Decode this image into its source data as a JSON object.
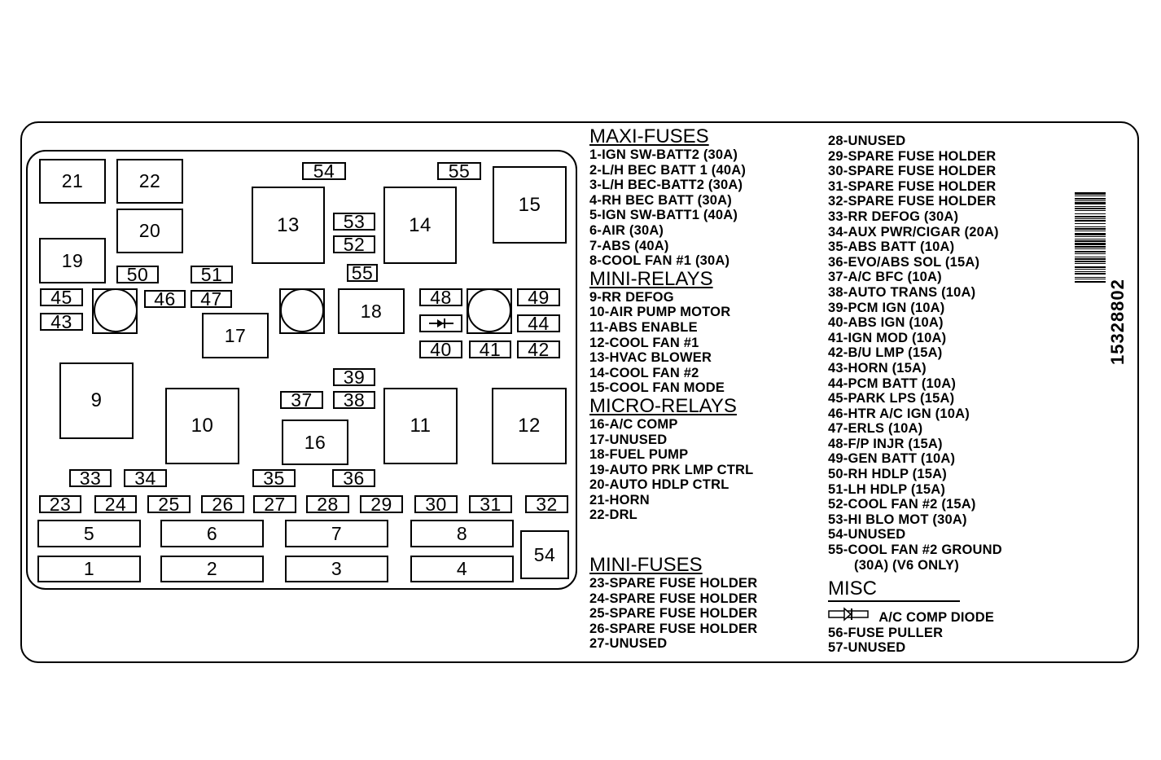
{
  "fuse_panel": {
    "maxi_fuses": [
      "1",
      "2",
      "3",
      "4",
      "5",
      "6",
      "7",
      "8"
    ],
    "mini_relays": [
      "9",
      "10",
      "11",
      "12",
      "13",
      "14",
      "15"
    ],
    "micro_relays": [
      "16",
      "17",
      "18",
      "19",
      "20",
      "21",
      "22"
    ],
    "mini_fuses_bottom": [
      "23",
      "24",
      "25",
      "26",
      "27",
      "28",
      "29",
      "30",
      "31",
      "32"
    ],
    "misc_labels": [
      "33",
      "34",
      "35",
      "36",
      "37",
      "38",
      "39",
      "40",
      "41",
      "42",
      "43",
      "44",
      "45",
      "46",
      "47",
      "48",
      "49",
      "50",
      "51",
      "52",
      "53",
      "54",
      "55",
      "55",
      "54"
    ]
  },
  "legend": {
    "maxi_fuses": {
      "heading": "MAXI-FUSES",
      "items": [
        "1-IGN SW-BATT2 (30A)",
        "2-L/H BEC BATT 1 (40A)",
        "3-L/H BEC-BATT2 (30A)",
        "4-RH BEC BATT (30A)",
        "5-IGN SW-BATT1 (40A)",
        "6-AIR (30A)",
        "7-ABS (40A)",
        "8-COOL FAN #1 (30A)"
      ]
    },
    "mini_relays": {
      "heading": "MINI-RELAYS",
      "items": [
        "9-RR DEFOG",
        "10-AIR PUMP MOTOR",
        "11-ABS ENABLE",
        "12-COOL FAN #1",
        "13-HVAC BLOWER",
        "14-COOL FAN #2",
        "15-COOL FAN MODE"
      ]
    },
    "micro_relays": {
      "heading": "MICRO-RELAYS",
      "items": [
        "16-A/C COMP",
        "17-UNUSED",
        "18-FUEL PUMP",
        "19-AUTO PRK LMP CTRL",
        "20-AUTO HDLP CTRL",
        "21-HORN",
        "22-DRL"
      ]
    },
    "mini_fuses": {
      "heading": "MINI-FUSES",
      "items": [
        "23-SPARE FUSE HOLDER",
        "24-SPARE FUSE HOLDER",
        "25-SPARE FUSE HOLDER",
        "26-SPARE FUSE HOLDER",
        "27-UNUSED"
      ]
    },
    "column2": [
      "28-UNUSED",
      "29-SPARE FUSE HOLDER",
      "30-SPARE FUSE HOLDER",
      "31-SPARE FUSE HOLDER",
      "32-SPARE FUSE HOLDER",
      "33-RR DEFOG (30A)",
      "34-AUX PWR/CIGAR (20A)",
      "35-ABS BATT (10A)",
      "36-EVO/ABS SOL (15A)",
      "37-A/C BFC (10A)",
      "38-AUTO TRANS (10A)",
      "39-PCM IGN (10A)",
      "40-ABS IGN (10A)",
      "41-IGN MOD (10A)",
      "42-B/U LMP (15A)",
      "43-HORN (15A)",
      "44-PCM BATT (10A)",
      "45-PARK LPS (15A)",
      "46-HTR A/C IGN (10A)",
      "47-ERLS (10A)",
      "48-F/P INJR (15A)",
      "49-GEN BATT (10A)",
      "50-RH HDLP (15A)",
      "51-LH HDLP (15A)",
      "52-COOL FAN #2 (15A)",
      "53-HI BLO MOT (30A)",
      "54-UNUSED",
      "55-COOL FAN #2 GROUND"
    ],
    "column2_continuation": "(30A) (V6 ONLY)",
    "misc": {
      "heading": "MISC",
      "diode_label": "A/C COMP DIODE",
      "items": [
        "56-FUSE PULLER",
        "57-UNUSED"
      ]
    }
  },
  "part_number": "15328802",
  "icons": {
    "diode": "diode-icon",
    "barcode": "barcode-icon"
  }
}
